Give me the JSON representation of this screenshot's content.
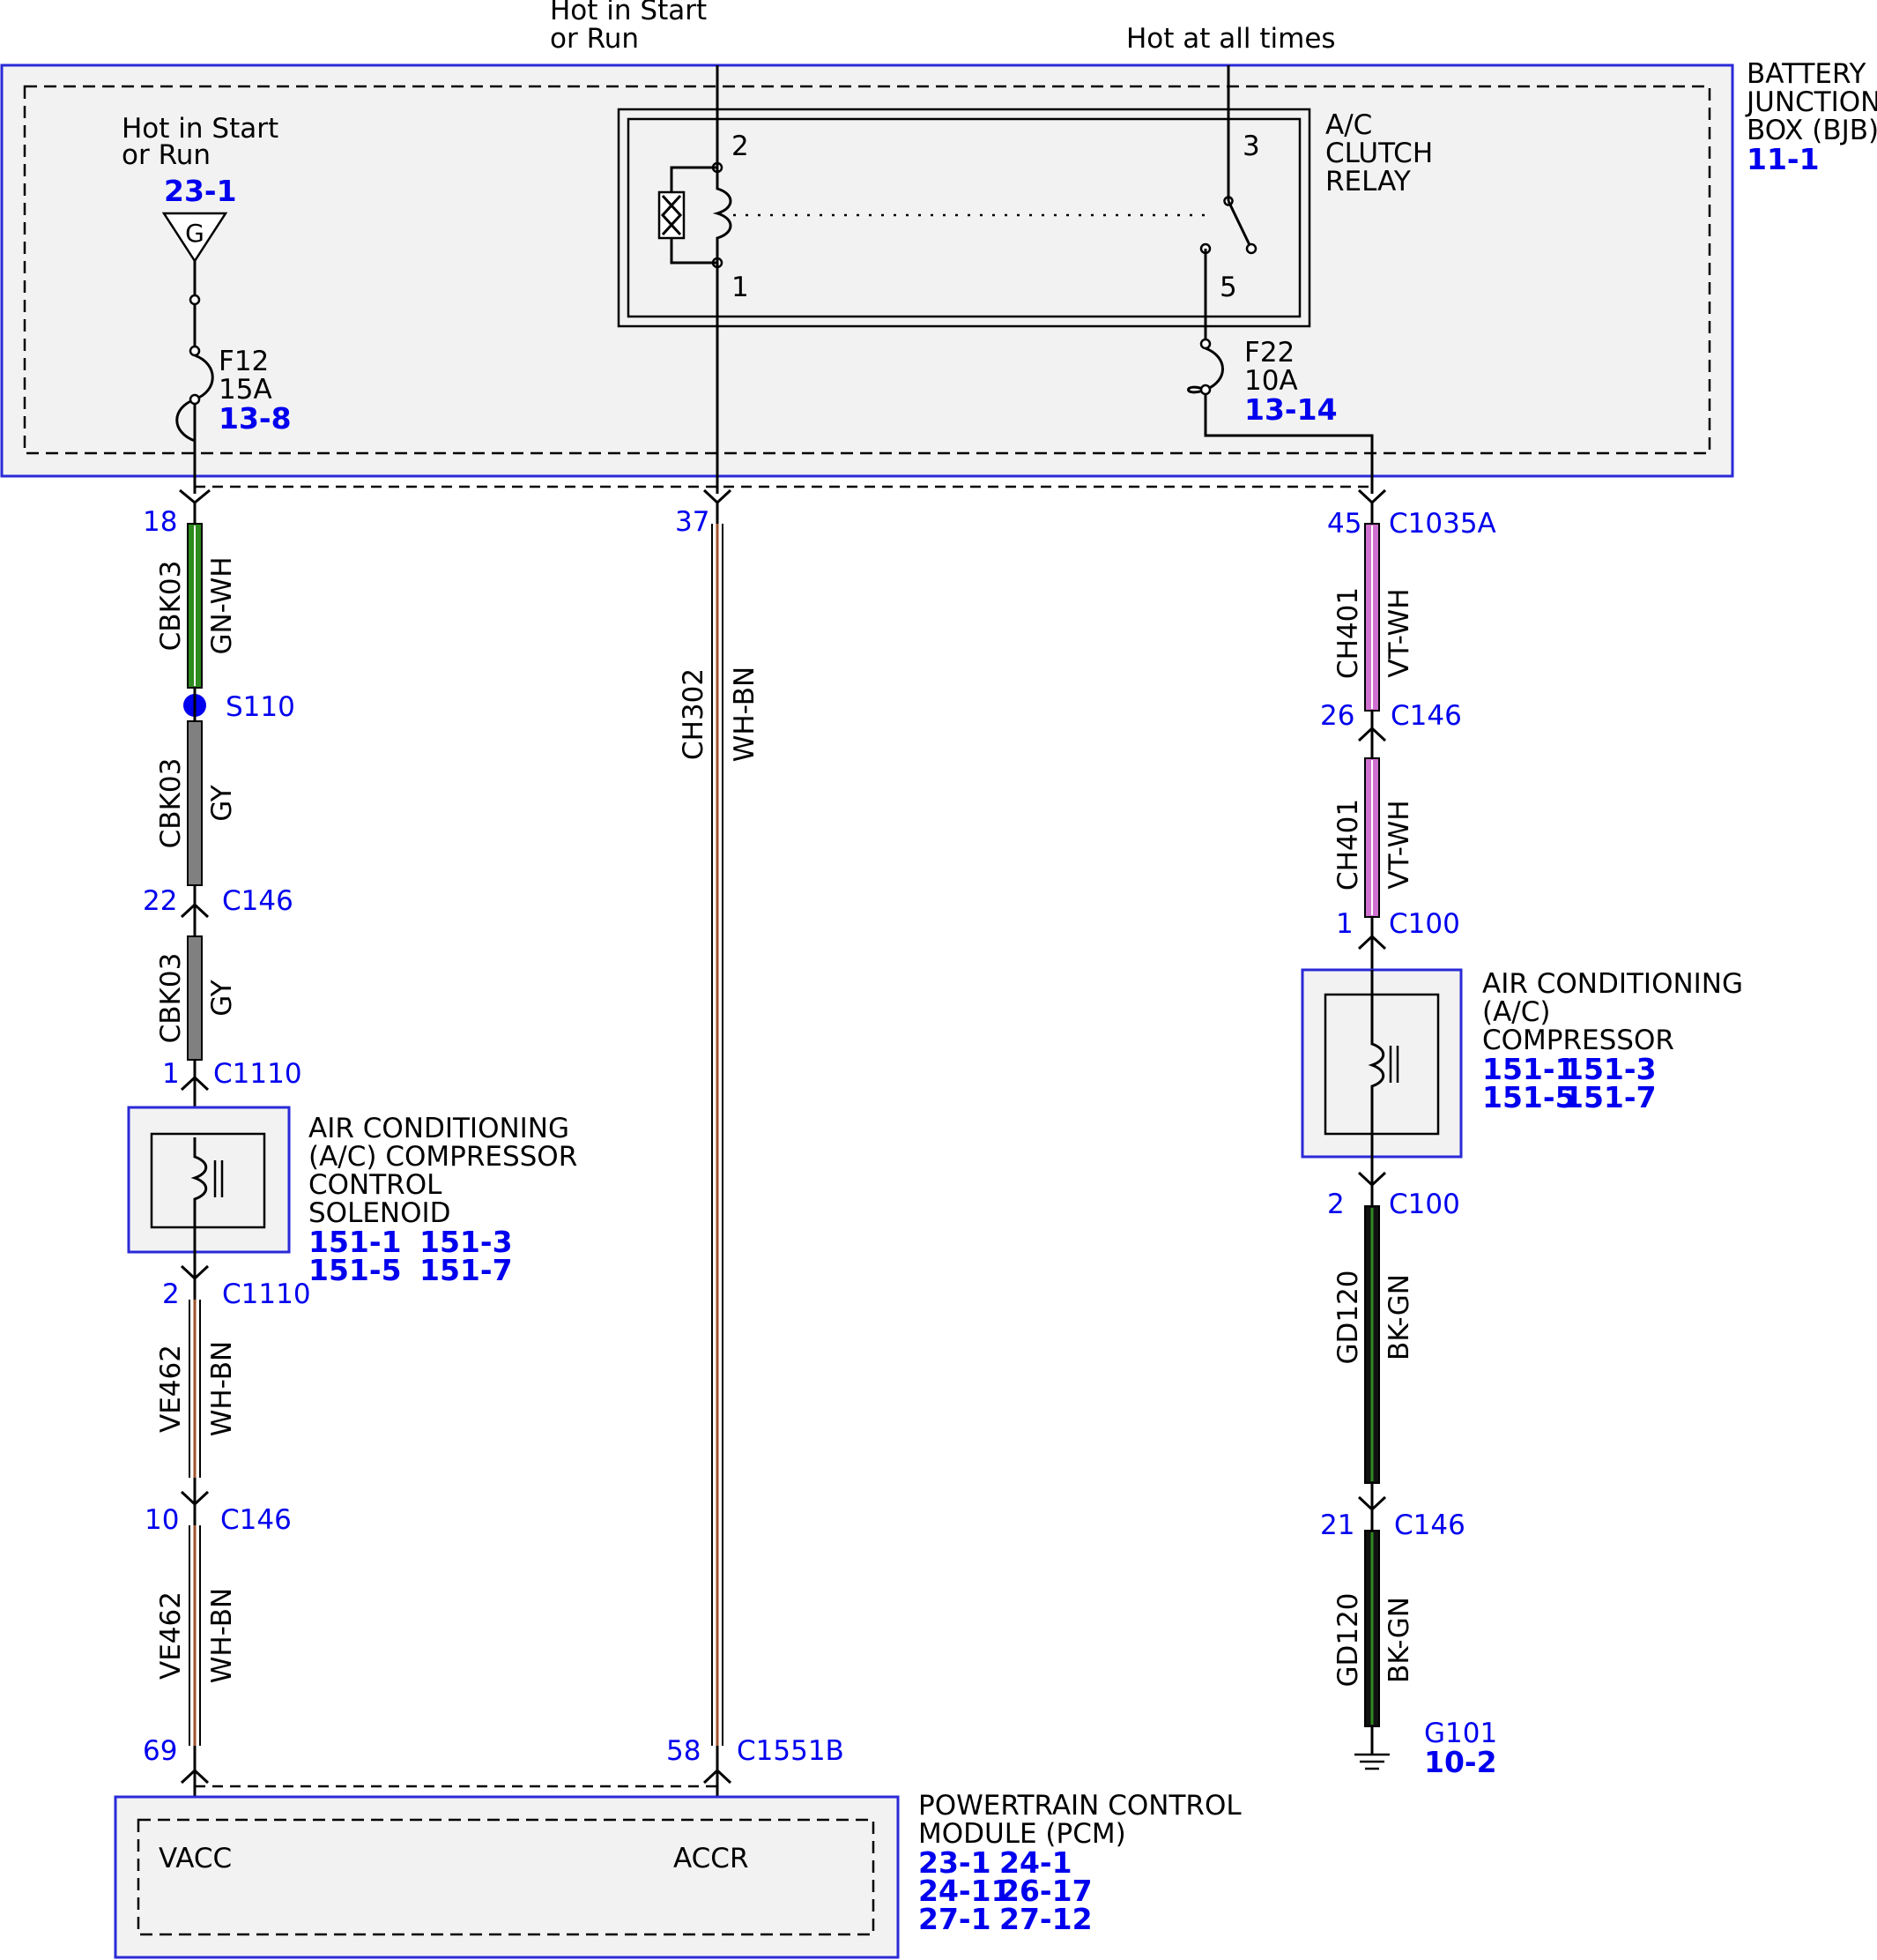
{
  "colors": {
    "module_border": "#2a2ad8",
    "module_fill": "#f2f2f2",
    "connector_text": "#0000ee",
    "wire_GN_WH": "#2e8b1f",
    "wire_GY": "#808080",
    "wire_WH_BN": "#a0522d",
    "wire_VT_WH": "#d070d0",
    "wire_BK_GN": "#1f6b17",
    "splice": "#0000ee"
  },
  "top_feeds": {
    "hot_run": {
      "line1": "Hot in Start",
      "line2": "or Run"
    },
    "hot_all": "Hot at all times"
  },
  "bjb": {
    "name_lines": [
      "BATTERY",
      "JUNCTION",
      "BOX (BJB)"
    ],
    "ref": "11-1",
    "ignition_feed": {
      "line1": "Hot in Start",
      "line2": "or Run",
      "ref": "23-1",
      "symbol": "G"
    },
    "fuse_f12": {
      "name": "F12",
      "rating": "15A",
      "ref": "13-8"
    },
    "fuse_f22": {
      "name": "F22",
      "rating": "10A",
      "ref": "13-14"
    },
    "relay": {
      "name_lines": [
        "A/C",
        "CLUTCH",
        "RELAY"
      ],
      "pins": {
        "p1": "1",
        "p2": "2",
        "p3": "3",
        "p5": "5"
      }
    }
  },
  "left_circuit": {
    "c18": {
      "pin": "18"
    },
    "w1": {
      "circuit": "CBK03",
      "color": "GN-WH"
    },
    "splice": {
      "name": "S110"
    },
    "w2": {
      "circuit": "CBK03",
      "color": "GY"
    },
    "c146_a": {
      "pin": "22",
      "name": "C146"
    },
    "w3": {
      "circuit": "CBK03",
      "color": "GY"
    },
    "c1110_1": {
      "pin": "1",
      "name": "C1110"
    },
    "solenoid": {
      "name_lines": [
        "AIR CONDITIONING",
        "(A/C) COMPRESSOR",
        "CONTROL",
        "SOLENOID"
      ],
      "refs": [
        "151-1",
        "151-3",
        "151-5",
        "151-7"
      ]
    },
    "c1110_2": {
      "pin": "2",
      "name": "C1110"
    },
    "w4": {
      "circuit": "VE462",
      "color": "WH-BN"
    },
    "c146_b": {
      "pin": "10",
      "name": "C146"
    },
    "w5": {
      "circuit": "VE462",
      "color": "WH-BN"
    },
    "c_pcm": {
      "pin": "69"
    }
  },
  "middle_circuit": {
    "c37": {
      "pin": "37"
    },
    "w1": {
      "circuit": "CH302",
      "color": "WH-BN"
    },
    "c1551b": {
      "pin": "58",
      "name": "C1551B"
    }
  },
  "right_circuit": {
    "c1035a": {
      "pin": "45",
      "name": "C1035A"
    },
    "w1": {
      "circuit": "CH401",
      "color": "VT-WH"
    },
    "c146_a": {
      "pin": "26",
      "name": "C146"
    },
    "w2": {
      "circuit": "CH401",
      "color": "VT-WH"
    },
    "c100_1": {
      "pin": "1",
      "name": "C100"
    },
    "compressor": {
      "name_lines": [
        "AIR CONDITIONING",
        "(A/C)",
        "COMPRESSOR"
      ],
      "refs": [
        "151-1",
        "151-3",
        "151-5",
        "151-7"
      ]
    },
    "c100_2": {
      "pin": "2",
      "name": "C100"
    },
    "w3": {
      "circuit": "GD120",
      "color": "BK-GN"
    },
    "c146_b": {
      "pin": "21",
      "name": "C146"
    },
    "w4": {
      "circuit": "GD120",
      "color": "BK-GN"
    },
    "ground": {
      "name": "G101",
      "ref": "10-2"
    }
  },
  "pcm": {
    "name_lines": [
      "POWERTRAIN CONTROL",
      "MODULE (PCM)"
    ],
    "refs": [
      "23-1",
      "24-1",
      "24-11",
      "26-17",
      "27-1",
      "27-12"
    ],
    "pin_vacc": "VACC",
    "pin_accr": "ACCR"
  }
}
